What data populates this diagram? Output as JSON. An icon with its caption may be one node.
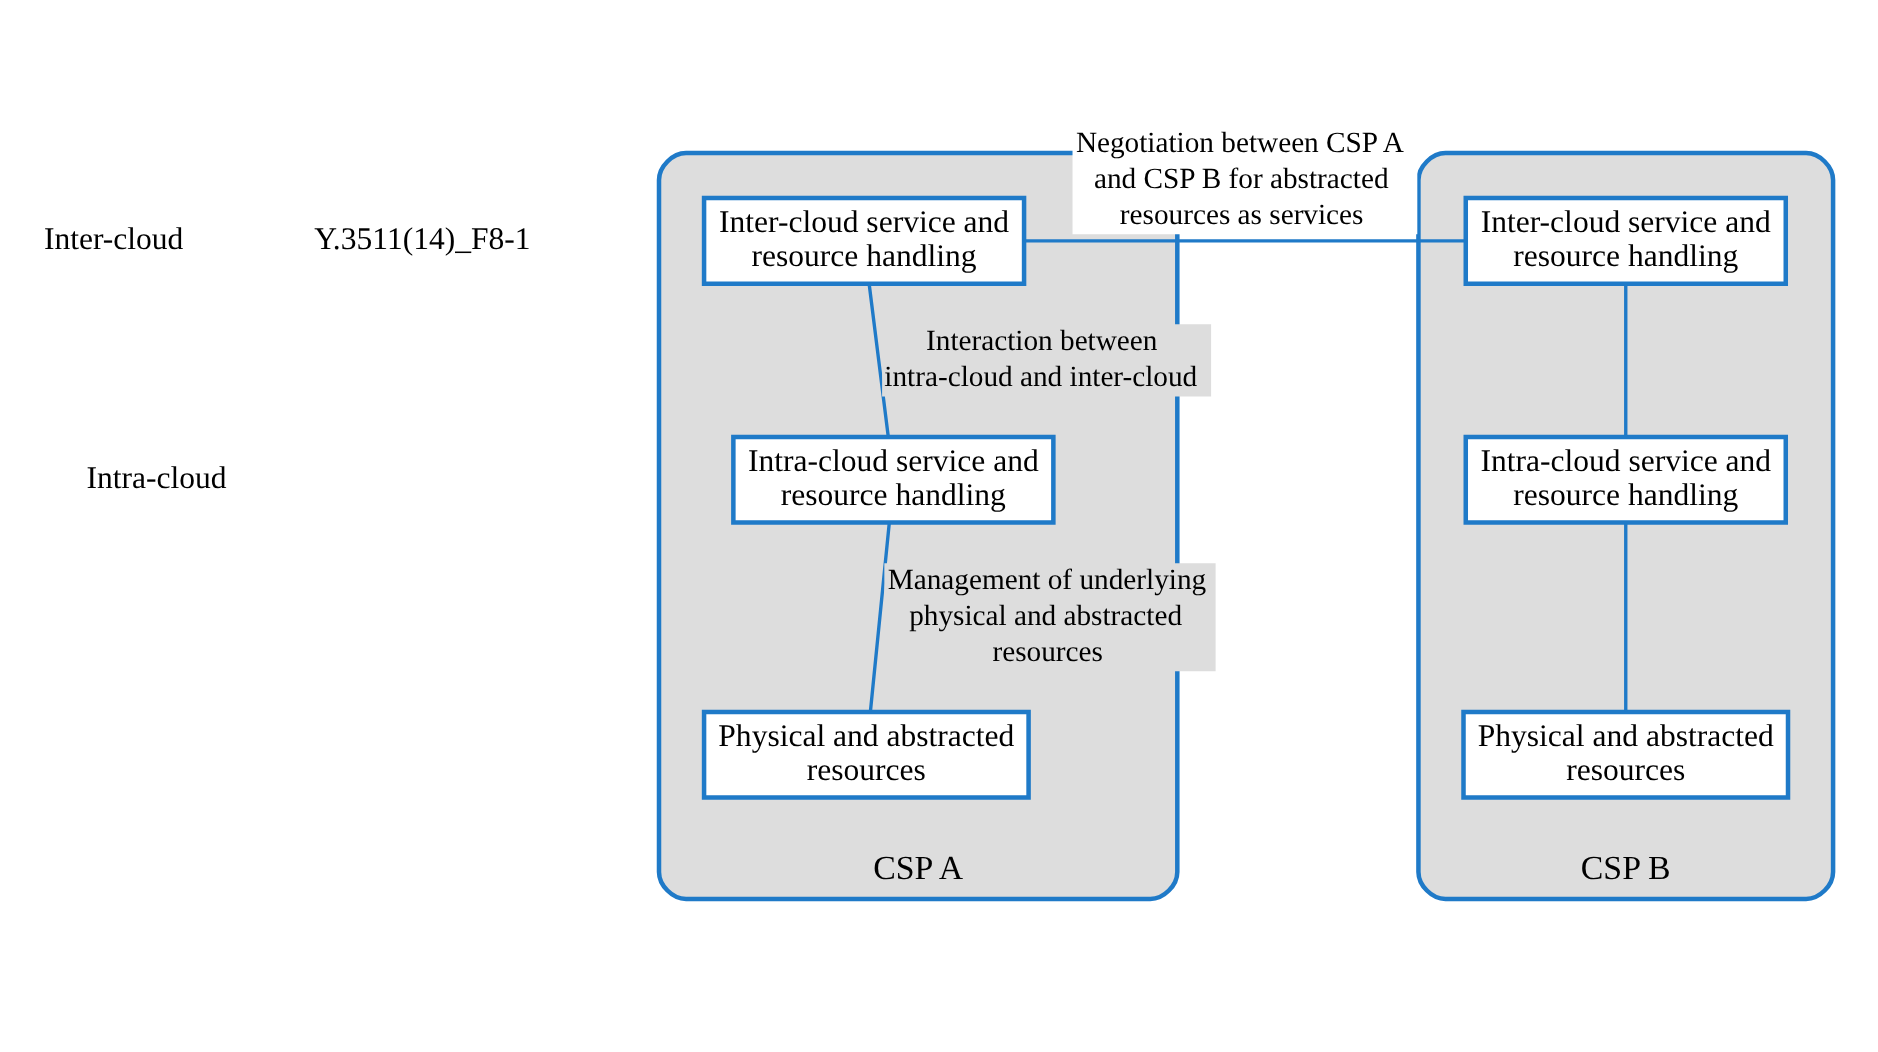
{
  "diagram": {
    "nodes": [
      {
        "text": [
          "CSP A"
        ]
      },
      {
        "text": [
          "Inter-cloud service and resource handling"
        ],
        "in": 0
      },
      {
        "text": [
          "Intra-cloud service and resource handling"
        ],
        "in": 0
      },
      {
        "text": [
          "Physical and abstracted resources"
        ],
        "in": 0
      },
      {
        "text": [
          "CSP B"
        ]
      },
      {
        "text": [
          "Inter-cloud service and resource handling"
        ],
        "in": 4
      },
      {
        "text": [
          "Intra-cloud service and resource handling"
        ],
        "in": 4
      },
      {
        "text": [
          "Physical and abstracted resources"
        ],
        "in": 4
      }
    ],
    "edges": [
      {
        "from": 1,
        "to": 5,
        "arrow": "none",
        "label": "Negotiation between CSP A and CSP B for abstracted resources as services"
      },
      {
        "from": 1,
        "to": 2,
        "arrow": "none",
        "label": "Interaction between intra-cloud and inter-cloud"
      },
      {
        "from": 2,
        "to": 3,
        "arrow": "none",
        "label": "Management of underlying physical and abstracted resources"
      },
      {
        "from": 5,
        "to": 6,
        "arrow": "none"
      },
      {
        "from": 6,
        "to": 7,
        "arrow": "none"
      }
    ],
    "labels": [
      "Inter-cloud",
      "Intra-cloud",
      "Y.3511(14)_F8-1"
    ]
  }
}
